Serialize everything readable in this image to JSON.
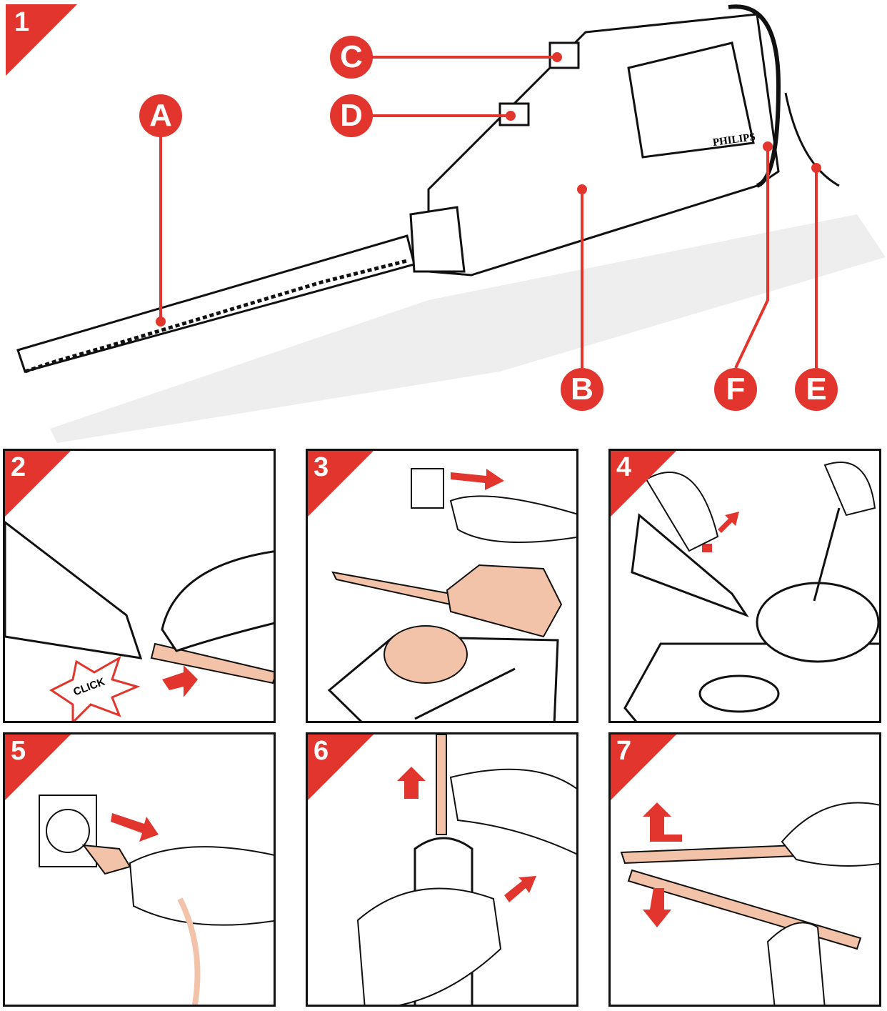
{
  "colors": {
    "accent": "#e2352d",
    "copper": "#f2c3a8",
    "outline": "#111111"
  },
  "hero": {
    "step": "1",
    "brand": "PHILIPS",
    "callouts": {
      "a": "A",
      "b": "B",
      "c": "C",
      "d": "D",
      "e": "E",
      "f": "F"
    }
  },
  "steps": [
    {
      "number": "2",
      "caption": "CLICK"
    },
    {
      "number": "3"
    },
    {
      "number": "4"
    },
    {
      "number": "5"
    },
    {
      "number": "6"
    },
    {
      "number": "7"
    }
  ]
}
